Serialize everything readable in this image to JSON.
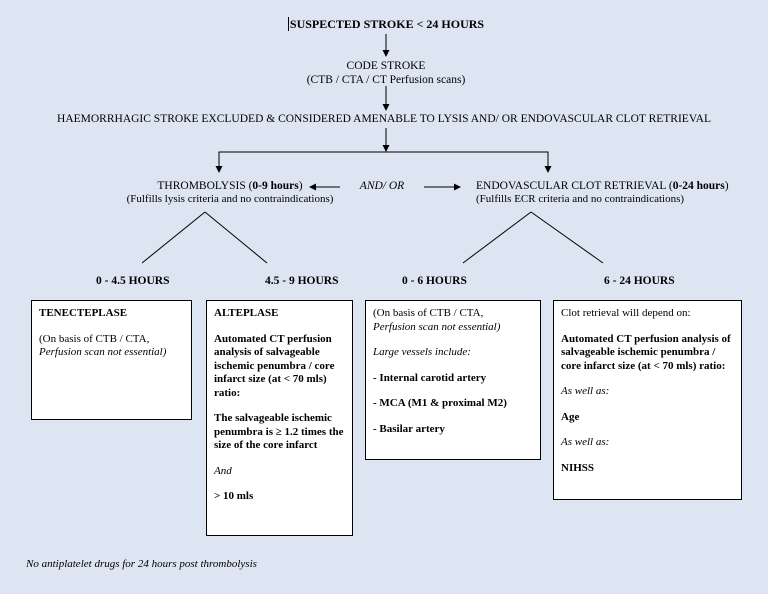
{
  "title": "SUSPECTED STROKE < 24 HOURS",
  "code_stroke": {
    "title": "CODE STROKE",
    "sub": "(CTB / CTA / CT Perfusion scans)"
  },
  "exclusion": "HAEMORRHAGIC STROKE EXCLUDED & CONSIDERED AMENABLE TO LYSIS AND/ OR ENDOVASCULAR CLOT RETRIEVAL",
  "thrombolysis": {
    "label": "THROMBOLYSIS (",
    "hours": "0-9 hours",
    "close": ")",
    "sub": "(Fulfills lysis criteria and no contraindications)"
  },
  "andor": "AND/ OR",
  "ecr": {
    "label": "ENDOVASCULAR CLOT RETRIEVAL (",
    "hours": "0-24 hours",
    "close": ")",
    "sub": "(Fulfills ECR criteria and no contraindications)"
  },
  "windows": [
    "0 - 4.5 HOURS",
    "4.5 - 9 HOURS",
    "0 - 6 HOURS",
    "6 - 24 HOURS"
  ],
  "box1": {
    "title": "TENECTEPLASE",
    "line1": "(On basis of CTB / CTA,",
    "line2": "Perfusion scan not essential)"
  },
  "box2": {
    "title": "ALTEPLASE",
    "p1": "Automated CT perfusion analysis of salvageable ischemic penumbra / core infarct size (at < 70 mls) ratio:",
    "p2": "The salvageable ischemic penumbra is ≥ 1.2 times the size of the core infarct",
    "and": "And",
    "p3": "> 10 mls"
  },
  "box3": {
    "line1": "(On basis of CTB / CTA,",
    "line2": "Perfusion scan not essential)",
    "large": "Large vessels include:",
    "v1": " - Internal carotid artery",
    "v2": "- MCA (M1 & proximal M2)",
    "v3": "- Basilar artery"
  },
  "box4": {
    "intro": "Clot retrieval will depend on:",
    "p1": "Automated CT perfusion analysis of salvageable ischemic penumbra / core infarct size (at < 70 mls) ratio:",
    "aswell1": "As well as:",
    "age": "Age",
    "aswell2": "As well as:",
    "nihss": "NIHSS"
  },
  "footnote": "No antiplatelet drugs for 24 hours post thrombolysis"
}
